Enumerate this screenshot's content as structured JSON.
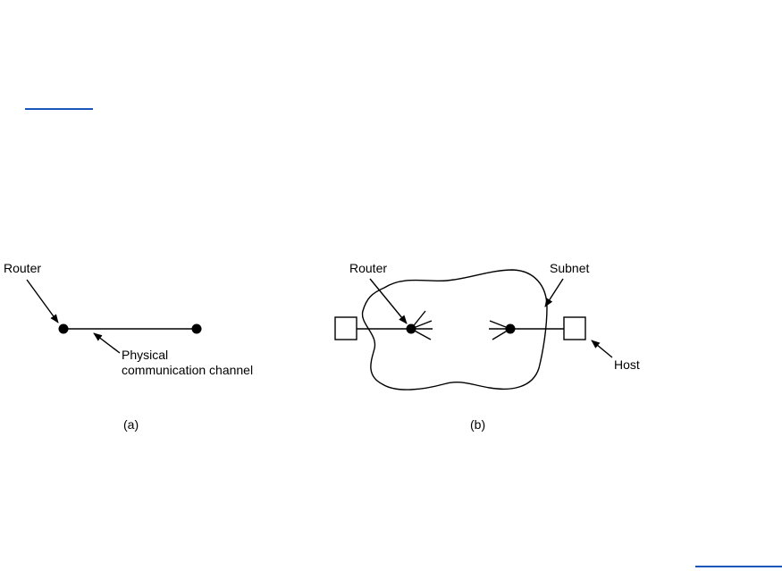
{
  "figure": {
    "a": {
      "caption": "(a)",
      "router_label": "Router",
      "channel_label_line1": "Physical",
      "channel_label_line2": "communication channel"
    },
    "b": {
      "caption": "(b)",
      "router_label": "Router",
      "subnet_label": "Subnet",
      "host_label": "Host"
    }
  },
  "colors": {
    "ink": "#000000",
    "link": "#1a56b8",
    "background": "#ffffff"
  }
}
